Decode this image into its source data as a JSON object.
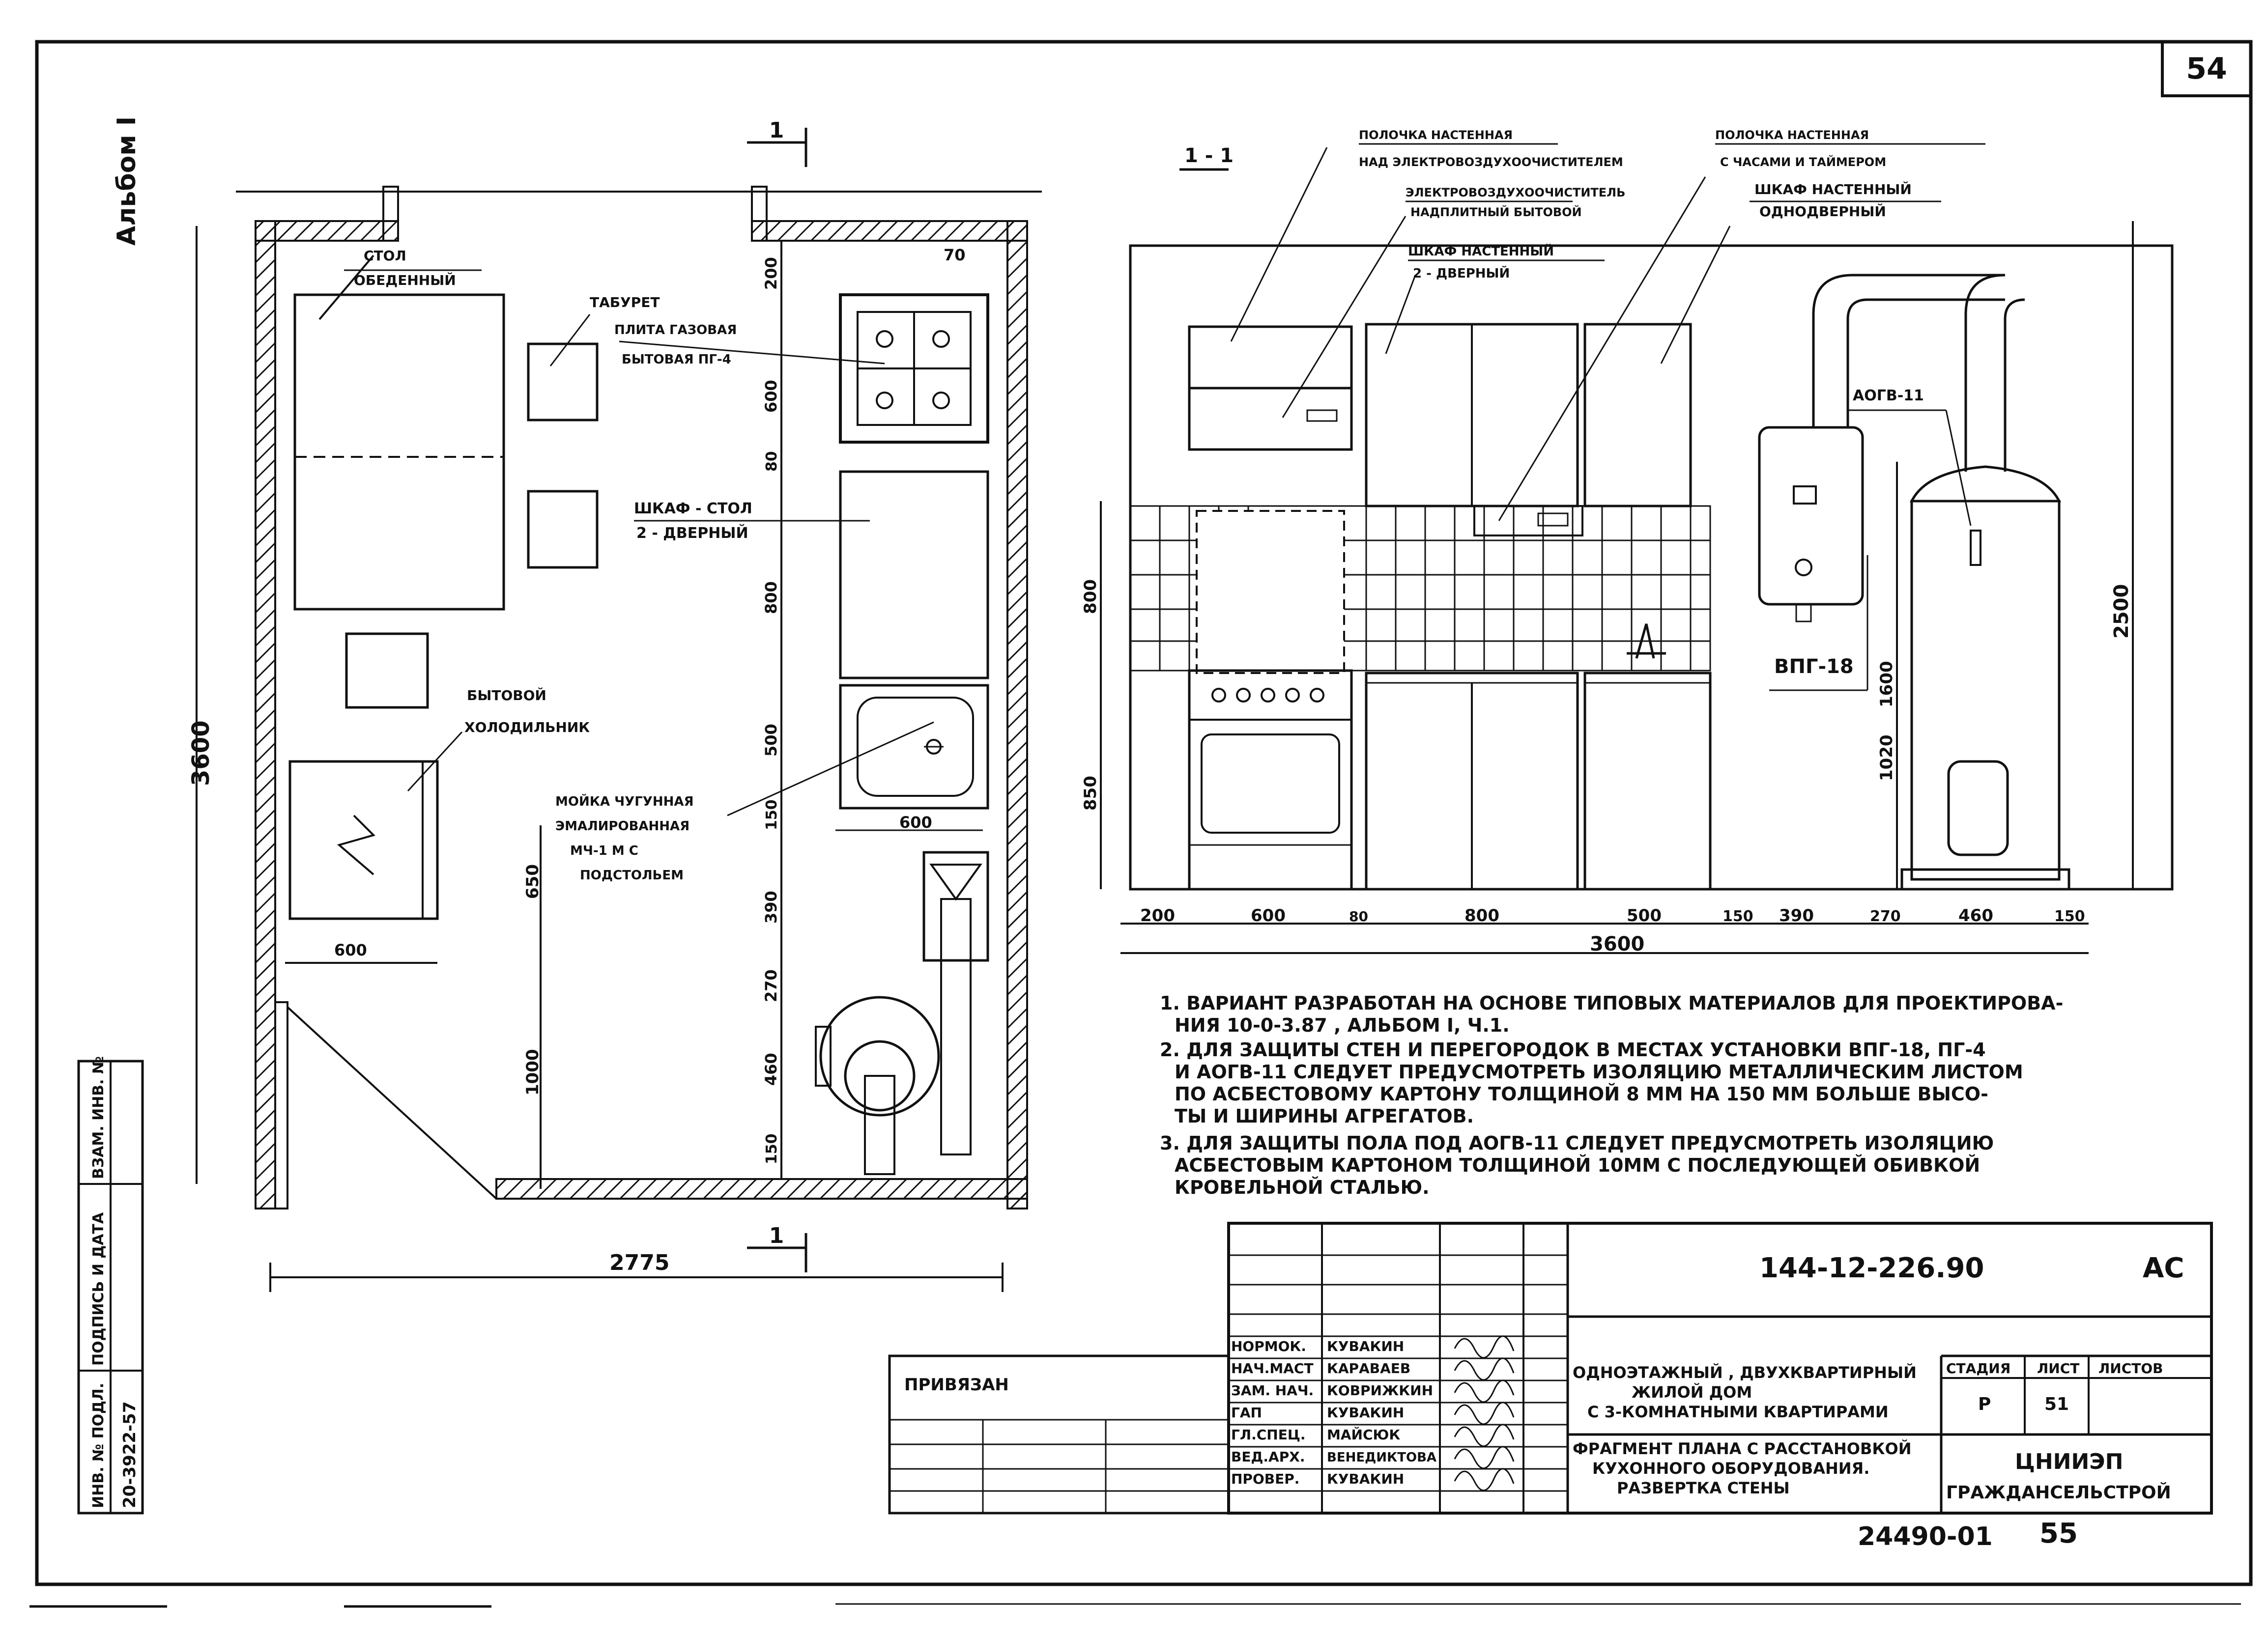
{
  "sheet": {
    "sheet_number": "54",
    "album_label": "Альбом I",
    "bottom_code": "24490-01",
    "bottom_page": "55"
  },
  "plan": {
    "section_mark": "1",
    "dims": {
      "total_height": "3600",
      "total_width": "2775",
      "table_offset": "600",
      "vert_650": "650",
      "vert_1000": "1000",
      "right_200": "200",
      "right_600": "600",
      "right_80": "80",
      "right_800": "800",
      "right_500": "500",
      "right_150a": "150",
      "right_390": "390",
      "right_270": "270",
      "right_460": "460",
      "right_150b": "150",
      "corner_70": "70",
      "sink_width": "600"
    },
    "labels": {
      "table_1": "СТОЛ",
      "table_2": "ОБЕДЕННЫЙ",
      "stool": "ТАБУРЕТ",
      "stove_1": "ПЛИТА ГАЗОВАЯ",
      "stove_2": "БЫТОВАЯ ПГ-4",
      "cabinet_1": "ШКАФ - СТОЛ",
      "cabinet_2": "2 - ДВЕРНЫЙ",
      "fridge_1": "БЫТОВОЙ",
      "fridge_2": "ХОЛОДИЛЬНИК",
      "sink_1": "МОЙКА ЧУГУННАЯ",
      "sink_2": "ЭМАЛИРОВАННАЯ",
      "sink_3": "МЧ-1 М С",
      "sink_4": "ПОДСТОЛЬЕМ"
    }
  },
  "elevation": {
    "title": "1 - 1",
    "labels": {
      "shelf1_1": "ПОЛОЧКА НАСТЕННАЯ",
      "shelf1_2": "НАД ЭЛЕКТРОВОЗДУХООЧИСТИТЕЛЕМ",
      "purifier_1": "ЭЛЕКТРОВОЗДУХООЧИСТИТЕЛЬ",
      "purifier_2": "НАДПЛИТНЫЙ БЫТОВОЙ",
      "cab2_1": "ШКАФ НАСТЕННЫЙ",
      "cab2_2": "2 - ДВЕРНЫЙ",
      "shelf2_1": "ПОЛОЧКА НАСТЕННАЯ",
      "shelf2_2": "С ЧАСАМИ И ТАЙМЕРОМ",
      "cab1_1": "ШКАФ НАСТЕННЫЙ",
      "cab1_2": "ОДНОДВЕРНЫЙ",
      "heater": "АОГВ-11",
      "boiler": "ВПГ-18"
    },
    "dims": {
      "h_800": "800",
      "h_850": "850",
      "h_1600": "1600",
      "h_1020": "1020",
      "h_2500": "2500",
      "total": "3600",
      "segments": [
        "200",
        "600",
        "80",
        "800",
        "500",
        "150",
        "390",
        "270",
        "460",
        "150"
      ]
    }
  },
  "notes": [
    "1. ВАРИАНТ РАЗРАБОТАН НА ОСНОВЕ ТИПОВЫХ МАТЕРИАЛОВ ДЛЯ ПРОЕКТИРОВА-",
    "НИЯ 10-0-3.87 , АЛЬБОМ I, Ч.1.",
    "2. ДЛЯ ЗАЩИТЫ СТЕН И ПЕРЕГОРОДОК В МЕСТАХ УСТАНОВКИ ВПГ-18, ПГ-4",
    "И АОГВ-11 СЛЕДУЕТ ПРЕДУСМОТРЕТЬ ИЗОЛЯЦИЮ МЕТАЛЛИЧЕСКИМ ЛИСТОМ",
    "ПО АСБЕСТОВОМУ КАРТОНУ ТОЛЩИНОЙ 8 ММ НА 150 ММ БОЛЬШЕ ВЫСО-",
    "ТЫ И ШИРИНЫ АГРЕГАТОВ.",
    "3. ДЛЯ ЗАЩИТЫ ПОЛА ПОД АОГВ-11 СЛЕДУЕТ ПРЕДУСМОТРЕТЬ ИЗОЛЯЦИЮ",
    "АСБЕСТОВЫМ КАРТОНОМ ТОЛЩИНОЙ 10ММ С ПОСЛЕДУЮЩЕЙ ОБИВКОЙ",
    "КРОВЕЛЬНОЙ СТАЛЬЮ."
  ],
  "titleblock": {
    "doc_code": "144-12-226.90",
    "doc_mark": "АС",
    "bound_label": "ПРИВЯЗАН",
    "roles": [
      {
        "role": "НОРМОК.",
        "name": "КУВАКИН"
      },
      {
        "role": "НАЧ.МАСТ",
        "name": "КАРАВАЕВ"
      },
      {
        "role": "ЗАМ. НАЧ.",
        "name": "КОВРИЖКИН"
      },
      {
        "role": "ГАП",
        "name": "КУВАКИН"
      },
      {
        "role": "ГЛ.СПЕЦ.",
        "name": "МАЙСЮК"
      },
      {
        "role": "ВЕД.АРХ.",
        "name": "ВЕНЕДИКТОВА"
      },
      {
        "role": "ПРОВЕР.",
        "name": "КУВАКИН"
      }
    ],
    "project_1": "ОДНОЭТАЖНЫЙ , ДВУХКВАРТИРНЫЙ",
    "project_2": "ЖИЛОЙ ДОМ",
    "project_3": "С 3-КОМНАТНЫМИ КВАРТИРАМИ",
    "sheet_1": "ФРАГМЕНТ ПЛАНА С РАССТАНОВКОЙ",
    "sheet_2": "КУХОННОГО ОБОРУДОВАНИЯ.",
    "sheet_3": "РАЗВЕРТКА СТЕНЫ",
    "stage_head": "СТАДИЯ",
    "list_head": "ЛИСТ",
    "lists_head": "ЛИСТОВ",
    "stage": "Р",
    "list": "51",
    "org_1": "ЦНИИЭП",
    "org_2": "ГРАЖДАНСЕЛЬСТРОЙ"
  },
  "side_stamp": {
    "inv_label": "ИНВ. № ПОДЛ.",
    "sign_label": "ПОДПИСЬ И ДАТА",
    "vzam_label": "ВЗАМ. ИНВ. №",
    "inv_number": "20-3922-57"
  }
}
